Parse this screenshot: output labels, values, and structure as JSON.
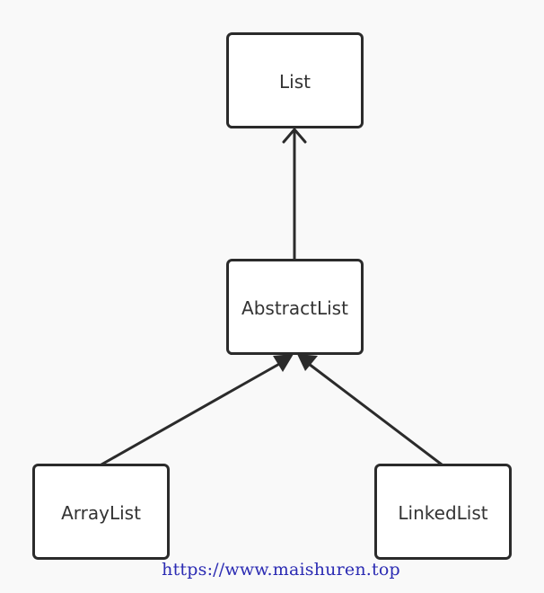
{
  "diagram": {
    "nodes": {
      "list": "List",
      "abstract_list": "AbstractList",
      "array_list": "ArrayList",
      "linked_list": "LinkedList"
    },
    "edges": [
      {
        "from": "abstract_list",
        "to": "list",
        "arrow": "open"
      },
      {
        "from": "array_list",
        "to": "abstract_list",
        "arrow": "filled"
      },
      {
        "from": "linked_list",
        "to": "abstract_list",
        "arrow": "filled"
      }
    ]
  },
  "watermark": "https://www.maishuren.top",
  "colors": {
    "background": "#f9f9f9",
    "stroke": "#2b2b2b",
    "watermark": "#2b2bb3"
  }
}
